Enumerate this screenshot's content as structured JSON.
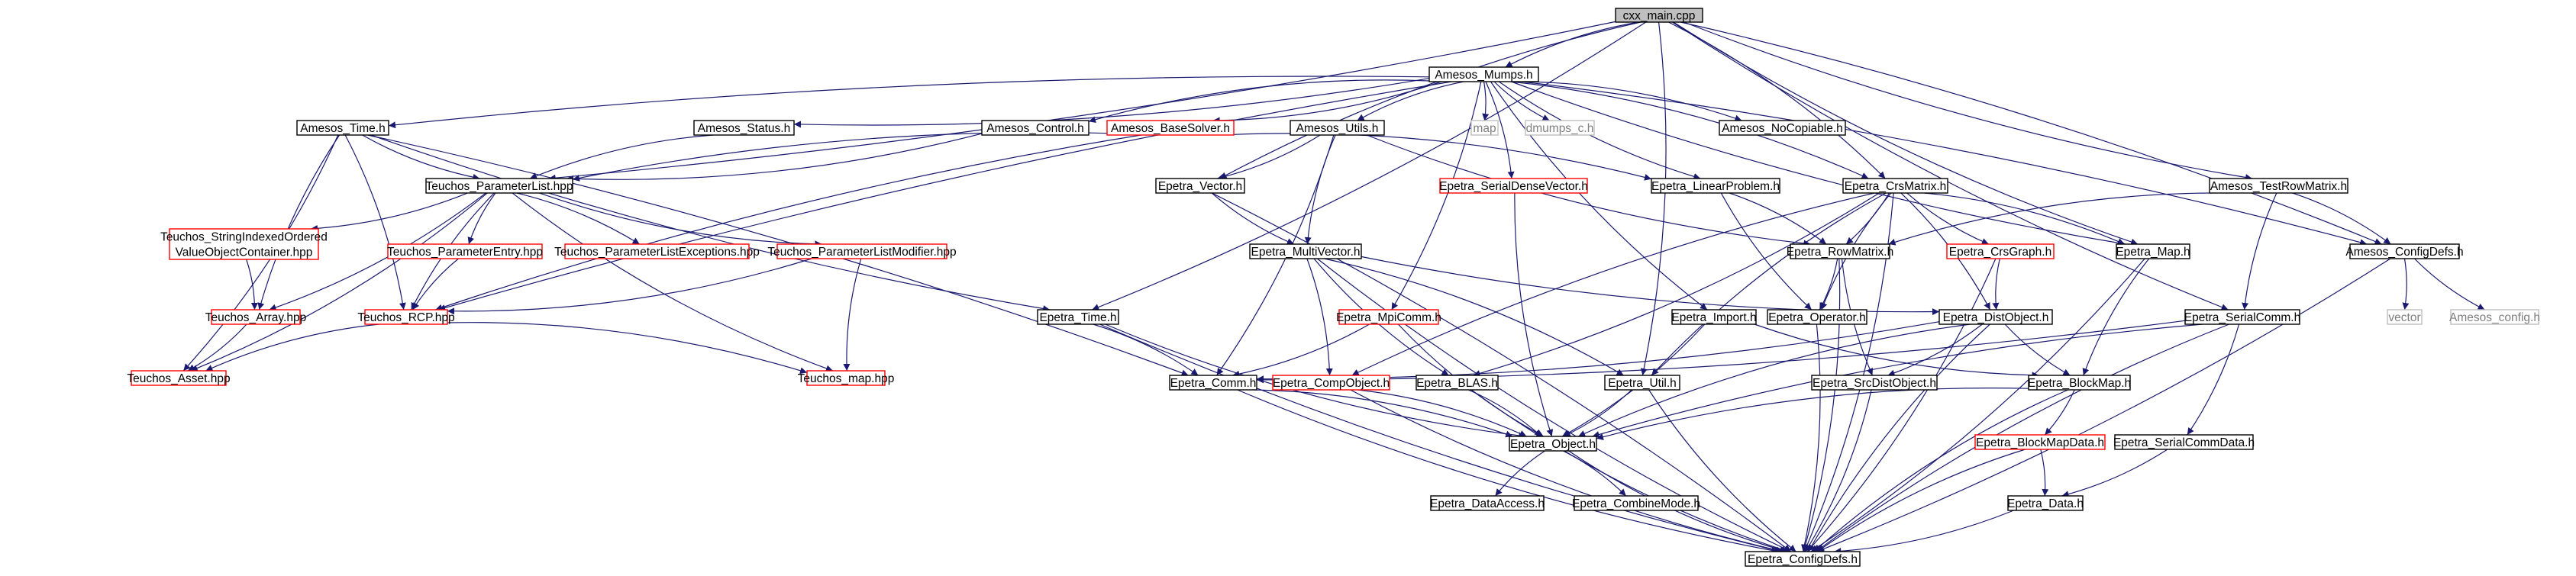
{
  "diagram": {
    "type": "include-dependency-graph",
    "colors": {
      "edge": "#191970",
      "documented_border": "#000000",
      "undocumented_border": "#ff0000",
      "external_border": "#bfbfbf",
      "external_text": "#7f7f7f",
      "root_fill": "#bfbfbf",
      "node_fill": "#ffffff",
      "text": "#000000"
    },
    "nodes": [
      {
        "id": "cxx_main",
        "label": "cxx_main.cpp",
        "kind": "root"
      },
      {
        "id": "Amesos_Mumps",
        "label": "Amesos_Mumps.h",
        "kind": "documented"
      },
      {
        "id": "Amesos_Time",
        "label": "Amesos_Time.h",
        "kind": "documented"
      },
      {
        "id": "Amesos_Status",
        "label": "Amesos_Status.h",
        "kind": "documented"
      },
      {
        "id": "Amesos_Control",
        "label": "Amesos_Control.h",
        "kind": "documented"
      },
      {
        "id": "Amesos_BaseSolver",
        "label": "Amesos_BaseSolver.h",
        "kind": "undocumented"
      },
      {
        "id": "Amesos_Utils",
        "label": "Amesos_Utils.h",
        "kind": "documented"
      },
      {
        "id": "map",
        "label": "map",
        "kind": "external"
      },
      {
        "id": "dmumps_c",
        "label": "dmumps_c.h",
        "kind": "external"
      },
      {
        "id": "Amesos_NoCopiable",
        "label": "Amesos_NoCopiable.h",
        "kind": "documented"
      },
      {
        "id": "Teuchos_ParameterList",
        "label": "Teuchos_ParameterList.hpp",
        "kind": "documented"
      },
      {
        "id": "Epetra_Vector",
        "label": "Epetra_Vector.h",
        "kind": "documented"
      },
      {
        "id": "Epetra_SerialDenseVector",
        "label": "Epetra_SerialDenseVector.h",
        "kind": "undocumented"
      },
      {
        "id": "Epetra_LinearProblem",
        "label": "Epetra_LinearProblem.h",
        "kind": "documented"
      },
      {
        "id": "Epetra_CrsMatrix",
        "label": "Epetra_CrsMatrix.h",
        "kind": "documented"
      },
      {
        "id": "Amesos_TestRowMatrix",
        "label": "Amesos_TestRowMatrix.h",
        "kind": "documented"
      },
      {
        "id": "Teuchos_SIOVOC",
        "label": "Teuchos_StringIndexedOrdered",
        "label2": "ValueObjectContainer.hpp",
        "kind": "undocumented"
      },
      {
        "id": "Teuchos_ParameterEntry",
        "label": "Teuchos_ParameterEntry.hpp",
        "kind": "undocumented"
      },
      {
        "id": "Teuchos_ParameterListExceptions",
        "label": "Teuchos_ParameterListExceptions.hpp",
        "kind": "undocumented"
      },
      {
        "id": "Teuchos_ParameterListModifier",
        "label": "Teuchos_ParameterListModifier.hpp",
        "kind": "undocumented"
      },
      {
        "id": "Epetra_MultiVector",
        "label": "Epetra_MultiVector.h",
        "kind": "documented"
      },
      {
        "id": "Epetra_RowMatrix",
        "label": "Epetra_RowMatrix.h",
        "kind": "documented"
      },
      {
        "id": "Epetra_CrsGraph",
        "label": "Epetra_CrsGraph.h",
        "kind": "undocumented"
      },
      {
        "id": "Epetra_Map",
        "label": "Epetra_Map.h",
        "kind": "documented"
      },
      {
        "id": "Amesos_ConfigDefs",
        "label": "Amesos_ConfigDefs.h",
        "kind": "documented"
      },
      {
        "id": "Teuchos_Array",
        "label": "Teuchos_Array.hpp",
        "kind": "undocumented"
      },
      {
        "id": "Teuchos_RCP",
        "label": "Teuchos_RCP.hpp",
        "kind": "undocumented"
      },
      {
        "id": "Epetra_Time",
        "label": "Epetra_Time.h",
        "kind": "documented"
      },
      {
        "id": "Epetra_MpiComm",
        "label": "Epetra_MpiComm.h",
        "kind": "undocumented"
      },
      {
        "id": "Epetra_Import",
        "label": "Epetra_Import.h",
        "kind": "documented"
      },
      {
        "id": "Epetra_Operator",
        "label": "Epetra_Operator.h",
        "kind": "documented"
      },
      {
        "id": "Epetra_DistObject",
        "label": "Epetra_DistObject.h",
        "kind": "documented"
      },
      {
        "id": "Epetra_SerialComm",
        "label": "Epetra_SerialComm.h",
        "kind": "documented"
      },
      {
        "id": "vector",
        "label": "vector",
        "kind": "external"
      },
      {
        "id": "Amesos_config",
        "label": "Amesos_config.h",
        "kind": "external"
      },
      {
        "id": "Teuchos_Asset",
        "label": "Teuchos_Asset.hpp",
        "kind": "undocumented"
      },
      {
        "id": "Teuchos_map",
        "label": "Teuchos_map.hpp",
        "kind": "undocumented"
      },
      {
        "id": "Epetra_Comm",
        "label": "Epetra_Comm.h",
        "kind": "documented"
      },
      {
        "id": "Epetra_CompObject",
        "label": "Epetra_CompObject.h",
        "kind": "undocumented"
      },
      {
        "id": "Epetra_BLAS",
        "label": "Epetra_BLAS.h",
        "kind": "documented"
      },
      {
        "id": "Epetra_Util",
        "label": "Epetra_Util.h",
        "kind": "documented"
      },
      {
        "id": "Epetra_SrcDistObject",
        "label": "Epetra_SrcDistObject.h",
        "kind": "documented"
      },
      {
        "id": "Epetra_BlockMap",
        "label": "Epetra_BlockMap.h",
        "kind": "documented"
      },
      {
        "id": "Epetra_Object",
        "label": "Epetra_Object.h",
        "kind": "documented"
      },
      {
        "id": "Epetra_BlockMapData",
        "label": "Epetra_BlockMapData.h",
        "kind": "undocumented"
      },
      {
        "id": "Epetra_SerialCommData",
        "label": "Epetra_SerialCommData.h",
        "kind": "documented"
      },
      {
        "id": "Epetra_DataAccess",
        "label": "Epetra_DataAccess.h",
        "kind": "documented"
      },
      {
        "id": "Epetra_CombineMode",
        "label": "Epetra_CombineMode.h",
        "kind": "documented"
      },
      {
        "id": "Epetra_Data",
        "label": "Epetra_Data.h",
        "kind": "documented"
      },
      {
        "id": "Epetra_ConfigDefs",
        "label": "Epetra_ConfigDefs.h",
        "kind": "documented"
      }
    ],
    "edges": [
      [
        "cxx_main",
        "Amesos_Mumps"
      ],
      [
        "cxx_main",
        "Teuchos_ParameterList"
      ],
      [
        "cxx_main",
        "Epetra_Vector"
      ],
      [
        "cxx_main",
        "Epetra_CrsMatrix"
      ],
      [
        "cxx_main",
        "Epetra_Map"
      ],
      [
        "cxx_main",
        "Epetra_Time"
      ],
      [
        "cxx_main",
        "Epetra_SerialComm"
      ],
      [
        "cxx_main",
        "Epetra_Util"
      ],
      [
        "cxx_main",
        "Amesos_TestRowMatrix"
      ],
      [
        "cxx_main",
        "Amesos_ConfigDefs"
      ],
      [
        "Amesos_Mumps",
        "Amesos_Time"
      ],
      [
        "Amesos_Mumps",
        "Amesos_Status"
      ],
      [
        "Amesos_Mumps",
        "Amesos_Control"
      ],
      [
        "Amesos_Mumps",
        "Amesos_BaseSolver"
      ],
      [
        "Amesos_Mumps",
        "Amesos_Utils"
      ],
      [
        "Amesos_Mumps",
        "map"
      ],
      [
        "Amesos_Mumps",
        "dmumps_c"
      ],
      [
        "Amesos_Mumps",
        "Amesos_NoCopiable"
      ],
      [
        "Amesos_Mumps",
        "Teuchos_RCP"
      ],
      [
        "Amesos_Mumps",
        "Epetra_SerialDenseVector"
      ],
      [
        "Amesos_Mumps",
        "Epetra_LinearProblem"
      ],
      [
        "Amesos_Mumps",
        "Epetra_CrsMatrix"
      ],
      [
        "Amesos_Mumps",
        "Epetra_Map"
      ],
      [
        "Amesos_Mumps",
        "Epetra_MpiComm"
      ],
      [
        "Amesos_Mumps",
        "Epetra_Import"
      ],
      [
        "Amesos_Mumps",
        "Amesos_ConfigDefs"
      ],
      [
        "Amesos_Time",
        "Teuchos_ParameterList"
      ],
      [
        "Amesos_Time",
        "Teuchos_RCP"
      ],
      [
        "Amesos_Time",
        "Epetra_Time"
      ],
      [
        "Amesos_Time",
        "Epetra_Comm"
      ],
      [
        "Amesos_Time",
        "Teuchos_Array"
      ],
      [
        "Amesos_Time",
        "Teuchos_Asset"
      ],
      [
        "Amesos_Status",
        "Teuchos_ParameterList"
      ],
      [
        "Amesos_Control",
        "Teuchos_ParameterList"
      ],
      [
        "Amesos_BaseSolver",
        "Teuchos_ParameterList"
      ],
      [
        "Amesos_BaseSolver",
        "Epetra_LinearProblem"
      ],
      [
        "Amesos_BaseSolver",
        "Teuchos_RCP"
      ],
      [
        "Amesos_Utils",
        "Epetra_Vector"
      ],
      [
        "Amesos_Utils",
        "Epetra_MultiVector"
      ],
      [
        "Amesos_Utils",
        "Epetra_Comm"
      ],
      [
        "Amesos_Utils",
        "Epetra_RowMatrix"
      ],
      [
        "Teuchos_ParameterList",
        "Teuchos_SIOVOC"
      ],
      [
        "Teuchos_ParameterList",
        "Teuchos_ParameterEntry"
      ],
      [
        "Teuchos_ParameterList",
        "Teuchos_ParameterListExceptions"
      ],
      [
        "Teuchos_ParameterList",
        "Teuchos_ParameterListModifier"
      ],
      [
        "Teuchos_ParameterList",
        "Teuchos_Array"
      ],
      [
        "Teuchos_ParameterList",
        "Teuchos_RCP"
      ],
      [
        "Teuchos_ParameterList",
        "Teuchos_Asset"
      ],
      [
        "Teuchos_ParameterList",
        "Teuchos_map"
      ],
      [
        "Teuchos_SIOVOC",
        "Teuchos_Array"
      ],
      [
        "Teuchos_ParameterEntry",
        "Teuchos_RCP"
      ],
      [
        "Teuchos_ParameterListModifier",
        "Teuchos_RCP"
      ],
      [
        "Teuchos_ParameterListModifier",
        "Teuchos_map"
      ],
      [
        "Teuchos_Array",
        "Teuchos_Asset"
      ],
      [
        "Teuchos_RCP",
        "Teuchos_Asset"
      ],
      [
        "Teuchos_RCP",
        "Teuchos_map"
      ],
      [
        "Epetra_Vector",
        "Epetra_MultiVector"
      ],
      [
        "Epetra_Vector",
        "Epetra_ConfigDefs"
      ],
      [
        "Epetra_SerialDenseVector",
        "Epetra_Object"
      ],
      [
        "Epetra_LinearProblem",
        "Epetra_RowMatrix"
      ],
      [
        "Epetra_LinearProblem",
        "Epetra_Operator"
      ],
      [
        "Epetra_CrsMatrix",
        "Epetra_RowMatrix"
      ],
      [
        "Epetra_CrsMatrix",
        "Epetra_CrsGraph"
      ],
      [
        "Epetra_CrsMatrix",
        "Epetra_Map"
      ],
      [
        "Epetra_CrsMatrix",
        "Epetra_Operator"
      ],
      [
        "Epetra_CrsMatrix",
        "Epetra_DistObject"
      ],
      [
        "Epetra_CrsMatrix",
        "Epetra_CompObject"
      ],
      [
        "Epetra_CrsMatrix",
        "Epetra_BLAS"
      ],
      [
        "Epetra_CrsMatrix",
        "Epetra_Util"
      ],
      [
        "Epetra_CrsMatrix",
        "Epetra_ConfigDefs"
      ],
      [
        "Amesos_TestRowMatrix",
        "Epetra_RowMatrix"
      ],
      [
        "Amesos_TestRowMatrix",
        "Amesos_ConfigDefs"
      ],
      [
        "Amesos_TestRowMatrix",
        "Epetra_SerialComm"
      ],
      [
        "Amesos_ConfigDefs",
        "vector"
      ],
      [
        "Amesos_ConfigDefs",
        "Amesos_config"
      ],
      [
        "Amesos_ConfigDefs",
        "Epetra_ConfigDefs"
      ],
      [
        "Epetra_MultiVector",
        "Epetra_DistObject"
      ],
      [
        "Epetra_MultiVector",
        "Epetra_CompObject"
      ],
      [
        "Epetra_MultiVector",
        "Epetra_BLAS"
      ],
      [
        "Epetra_MultiVector",
        "Epetra_Util"
      ],
      [
        "Epetra_MultiVector",
        "Epetra_ConfigDefs"
      ],
      [
        "Epetra_RowMatrix",
        "Epetra_Operator"
      ],
      [
        "Epetra_RowMatrix",
        "Epetra_SrcDistObject"
      ],
      [
        "Epetra_RowMatrix",
        "Epetra_ConfigDefs"
      ],
      [
        "Epetra_CrsGraph",
        "Epetra_DistObject"
      ],
      [
        "Epetra_CrsGraph",
        "Epetra_ConfigDefs"
      ],
      [
        "Epetra_Map",
        "Epetra_BlockMap"
      ],
      [
        "Epetra_Map",
        "Epetra_ConfigDefs"
      ],
      [
        "Epetra_Time",
        "Epetra_Object"
      ],
      [
        "Epetra_Time",
        "Epetra_Comm"
      ],
      [
        "Epetra_Time",
        "Epetra_ConfigDefs"
      ],
      [
        "Epetra_MpiComm",
        "Epetra_Comm"
      ],
      [
        "Epetra_MpiComm",
        "Epetra_Object"
      ],
      [
        "Epetra_Import",
        "Epetra_Object"
      ],
      [
        "Epetra_Import",
        "Epetra_BlockMap"
      ],
      [
        "Epetra_Operator",
        "Epetra_ConfigDefs"
      ],
      [
        "Epetra_DistObject",
        "Epetra_Object"
      ],
      [
        "Epetra_DistObject",
        "Epetra_SrcDistObject"
      ],
      [
        "Epetra_DistObject",
        "Epetra_BlockMap"
      ],
      [
        "Epetra_DistObject",
        "Epetra_Comm"
      ],
      [
        "Epetra_DistObject",
        "Epetra_ConfigDefs"
      ],
      [
        "Epetra_SerialComm",
        "Epetra_Comm"
      ],
      [
        "Epetra_SerialComm",
        "Epetra_Object"
      ],
      [
        "Epetra_SerialComm",
        "Epetra_SerialCommData"
      ],
      [
        "Epetra_SerialComm",
        "Epetra_ConfigDefs"
      ],
      [
        "Epetra_Comm",
        "Epetra_Object"
      ],
      [
        "Epetra_Comm",
        "Epetra_ConfigDefs"
      ],
      [
        "Epetra_CompObject",
        "Epetra_Object"
      ],
      [
        "Epetra_CompObject",
        "Epetra_ConfigDefs"
      ],
      [
        "Epetra_BLAS",
        "Epetra_Object"
      ],
      [
        "Epetra_BLAS",
        "Epetra_ConfigDefs"
      ],
      [
        "Epetra_Util",
        "Epetra_Object"
      ],
      [
        "Epetra_Util",
        "Epetra_ConfigDefs"
      ],
      [
        "Epetra_SrcDistObject",
        "Epetra_ConfigDefs"
      ],
      [
        "Epetra_BlockMap",
        "Epetra_Object"
      ],
      [
        "Epetra_BlockMap",
        "Epetra_BlockMapData"
      ],
      [
        "Epetra_BlockMap",
        "Epetra_ConfigDefs"
      ],
      [
        "Epetra_BlockMapData",
        "Epetra_Data"
      ],
      [
        "Epetra_BlockMapData",
        "Epetra_ConfigDefs"
      ],
      [
        "Epetra_SerialCommData",
        "Epetra_Data"
      ],
      [
        "Epetra_Object",
        "Epetra_DataAccess"
      ],
      [
        "Epetra_Object",
        "Epetra_CombineMode"
      ],
      [
        "Epetra_Object",
        "Epetra_ConfigDefs"
      ],
      [
        "Epetra_Data",
        "Epetra_ConfigDefs"
      ]
    ]
  }
}
